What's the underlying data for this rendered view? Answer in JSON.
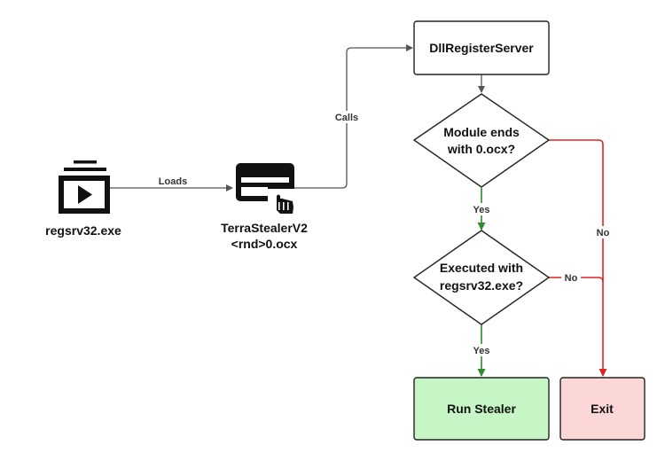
{
  "nodes": {
    "regsvr": {
      "label": "regsrv32.exe",
      "icon": "video-playlist-icon"
    },
    "terra": {
      "label_line1": "TerraStealerV2",
      "label_line2": "<rnd>0.ocx",
      "icon": "card-click-icon"
    },
    "dllregister": {
      "label": "DllRegisterServer"
    },
    "decision_module": {
      "label_line1": "Module ends",
      "label_line2": "with 0.ocx?"
    },
    "decision_executed": {
      "label_line1": "Executed with",
      "label_line2": "regsrv32.exe?"
    },
    "run_stealer": {
      "label": "Run Stealer"
    },
    "exit": {
      "label": "Exit"
    }
  },
  "edges": {
    "loads": "Loads",
    "calls": "Calls",
    "yes_1": "Yes",
    "no_1": "No",
    "no_2": "No",
    "yes_2": "Yes"
  },
  "colors": {
    "gray_line": "#555555",
    "yes_line": "#2e8b2e",
    "no_line": "#e02424",
    "run_fill": "#c6f5c6",
    "exit_fill": "#fbd7d7",
    "icon": "#111111"
  }
}
